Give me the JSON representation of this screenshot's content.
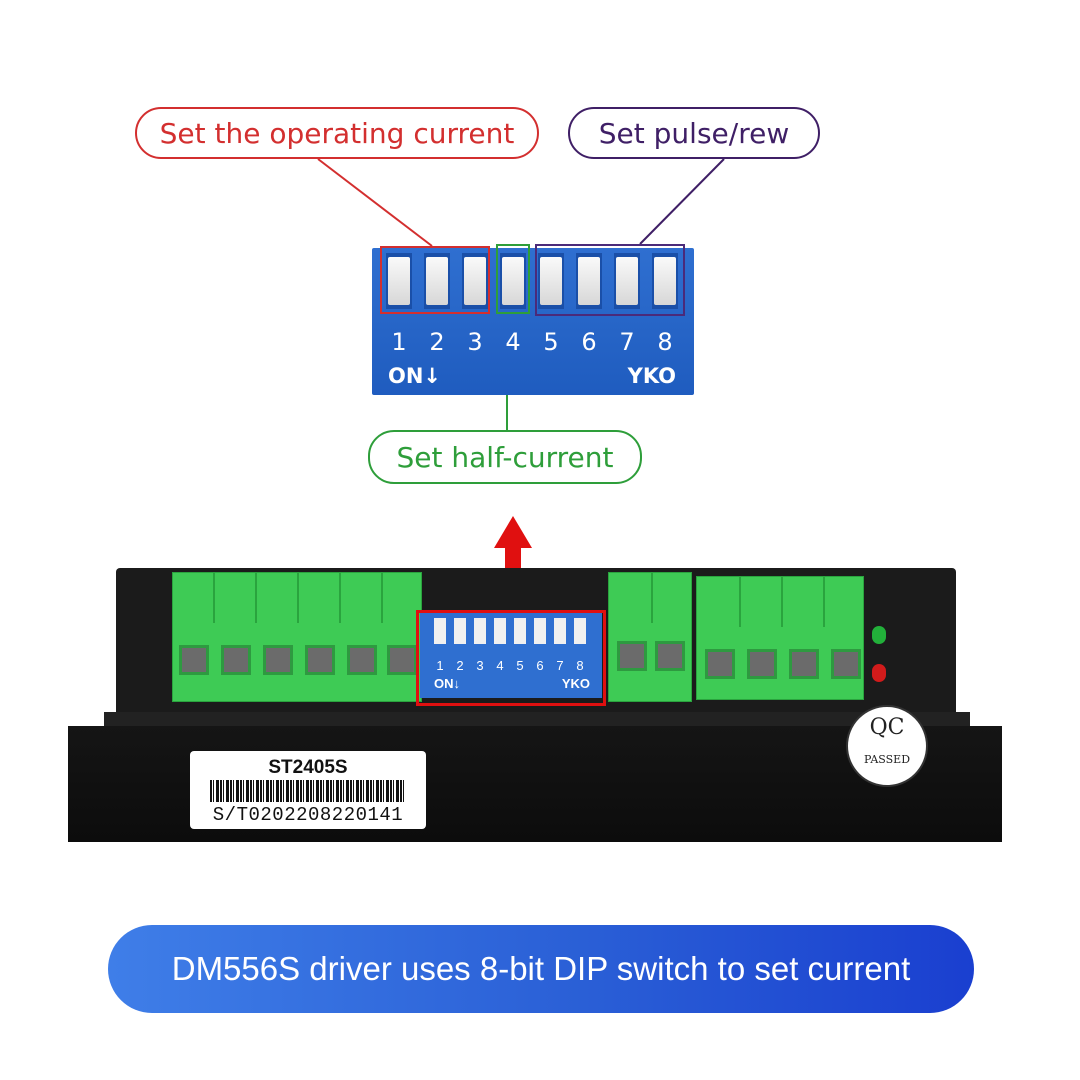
{
  "callouts": {
    "operating_current": "Set the operating current",
    "pulse_rev": "Set pulse/rew",
    "half_current": "Set half-current"
  },
  "dip_switch": {
    "numbers": [
      "1",
      "2",
      "3",
      "4",
      "5",
      "6",
      "7",
      "8"
    ],
    "on_label": "ON↓",
    "brand": "YKO"
  },
  "driver": {
    "model": "ST2405S",
    "serial": "S/T0202208220141",
    "qc_mark": "QC",
    "qc_status": "PASSED"
  },
  "banner": {
    "text": "DM556S driver uses 8-bit DIP switch to set current"
  },
  "colors": {
    "current": "#d32f2f",
    "pulse": "#3f1f66",
    "half": "#2e9e3a",
    "dip_blue": "#2f6fd0",
    "terminal_green": "#3ecb55"
  }
}
